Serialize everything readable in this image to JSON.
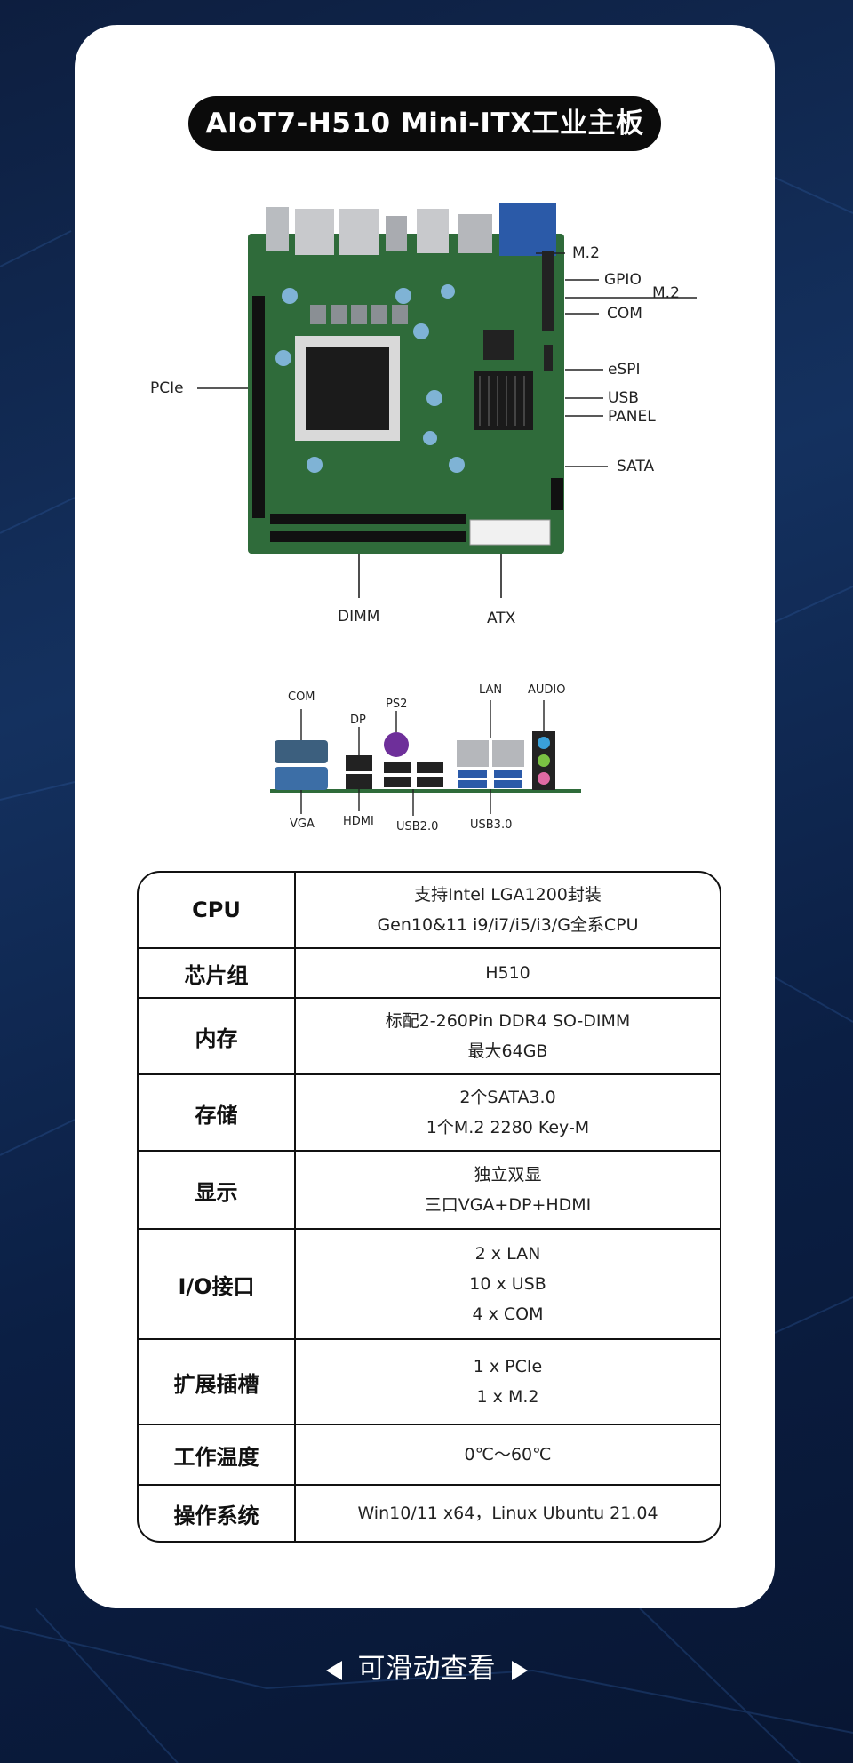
{
  "title": "AIoT7-H510 Mini-ITX工业主板",
  "board_labels": {
    "m2_top": "M.2",
    "gpio": "GPIO",
    "m2_right": "M.2",
    "com": "COM",
    "pcie": "PCIe",
    "espi": "eSPI",
    "usb": "USB",
    "panel": "PANEL",
    "sata": "SATA",
    "dimm": "DIMM",
    "atx": "ATX"
  },
  "io_labels": {
    "com": "COM",
    "dp": "DP",
    "ps2": "PS2",
    "lan": "LAN",
    "audio": "AUDIO",
    "vga": "VGA",
    "hdmi": "HDMI",
    "usb2": "USB2.0",
    "usb3": "USB3.0"
  },
  "specs": [
    {
      "key": "CPU",
      "lines": [
        "支持Intel LGA1200封装",
        "Gen10&11 i9/i7/i5/i3/G全系CPU"
      ]
    },
    {
      "key": "芯片组",
      "lines": [
        "H510"
      ]
    },
    {
      "key": "内存",
      "lines": [
        "标配2-260Pin DDR4 SO-DIMM",
        "最大64GB"
      ]
    },
    {
      "key": "存储",
      "lines": [
        "2个SATA3.0",
        "1个M.2 2280 Key-M"
      ]
    },
    {
      "key": "显示",
      "lines": [
        "独立双显",
        "三口VGA+DP+HDMI"
      ]
    },
    {
      "key": "I/O接口",
      "lines": [
        "2 x LAN",
        "10 x USB",
        "4 x COM"
      ]
    },
    {
      "key": "扩展插槽",
      "lines": [
        "1 x PCIe",
        "1 x M.2"
      ]
    },
    {
      "key": "工作温度",
      "lines": [
        "0℃～60℃"
      ]
    },
    {
      "key": "操作系统",
      "lines": [
        "Win10/11 x64，Linux Ubuntu 21.04"
      ]
    }
  ],
  "swipe_hint": "可滑动查看"
}
